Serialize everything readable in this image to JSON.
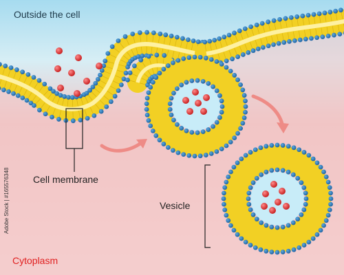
{
  "labels": {
    "outside": "Outside the cell",
    "cell_membrane": "Cell membrane",
    "vesicle": "Vesicle",
    "cytoplasm": "Cytoplasm"
  },
  "watermark": {
    "stock_id": "Adobe Stock | #165576348"
  },
  "colors": {
    "outside_top": "#9fd8ee",
    "cytoplasm_pink": "#f3c4c4",
    "phospholipid_head": "#2c7fc2",
    "lipid_tail": "#f2d024",
    "molecule_red": "#e02b2b",
    "arrow": "#ee8b86",
    "vesicle_interior": "#c9ecf7",
    "cytoplasm_label": "#e02020"
  },
  "icons": {
    "arrow_1": "curved-arrow-icon",
    "arrow_2": "curved-arrow-icon",
    "molecule": "red-sphere-molecule"
  }
}
